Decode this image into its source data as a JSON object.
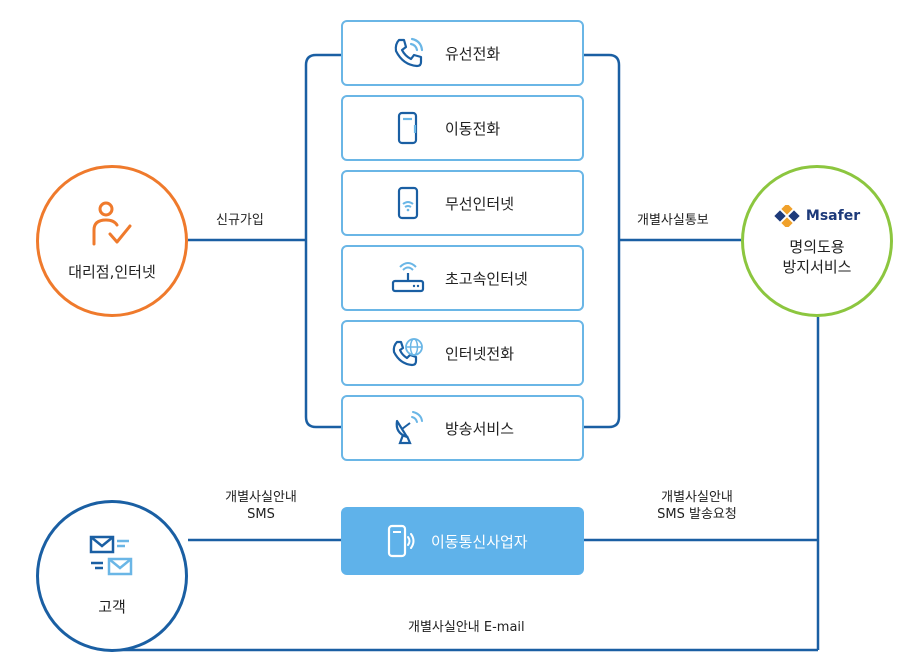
{
  "nodes": {
    "agency": {
      "label": "대리점,인터넷",
      "color": "#ef7a2c"
    },
    "msafer": {
      "brand": "Msafer",
      "label_line1": "명의도용",
      "label_line2": "방지서비스",
      "color": "#8cc63f"
    },
    "customer": {
      "label": "고객",
      "color": "#1a5fa3"
    },
    "carrier": {
      "label": "이동통신사업자",
      "color": "#5fb2ea"
    }
  },
  "services": [
    {
      "label": "유선전화",
      "icon": "phone-wave-icon"
    },
    {
      "label": "이동전화",
      "icon": "mobile-phone-icon"
    },
    {
      "label": "무선인터넷",
      "icon": "mobile-wifi-icon"
    },
    {
      "label": "초고속인터넷",
      "icon": "router-icon"
    },
    {
      "label": "인터넷전화",
      "icon": "globe-phone-icon"
    },
    {
      "label": "방송서비스",
      "icon": "satellite-dish-icon"
    }
  ],
  "edges": {
    "signup": "신규가입",
    "notify": "개별사실통보",
    "guide_sms_line1": "개별사실안내",
    "guide_sms_line2": "SMS",
    "sms_request_line1": "개별사실안내",
    "sms_request_line2": "SMS 발송요청",
    "guide_email": "개별사실안내 E-mail"
  },
  "colors": {
    "line": "#1a5fa3",
    "service_border": "#6ab6e6"
  }
}
